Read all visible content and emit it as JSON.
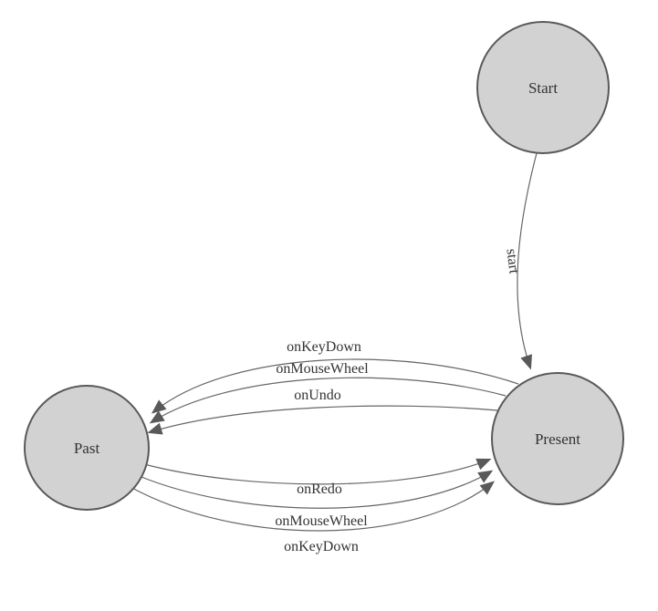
{
  "diagram": {
    "type": "state-machine",
    "background": "#ffffff",
    "states": [
      {
        "id": "start",
        "label": "Start"
      },
      {
        "id": "past",
        "label": "Past"
      },
      {
        "id": "present",
        "label": "Present"
      }
    ],
    "edges": [
      {
        "from": "start",
        "to": "present",
        "label": "start"
      },
      {
        "from": "present",
        "to": "past",
        "label": "onKeyDown"
      },
      {
        "from": "present",
        "to": "past",
        "label": "onMouseWheel"
      },
      {
        "from": "present",
        "to": "past",
        "label": "onUndo"
      },
      {
        "from": "past",
        "to": "present",
        "label": "onRedo"
      },
      {
        "from": "past",
        "to": "present",
        "label": "onMouseWheel"
      },
      {
        "from": "past",
        "to": "present",
        "label": "onKeyDown"
      }
    ],
    "colors": {
      "node_fill": "#d2d2d2",
      "node_stroke": "#595959",
      "edge_stroke": "#666666",
      "arrow_fill": "#595959",
      "text": "#333333"
    }
  }
}
